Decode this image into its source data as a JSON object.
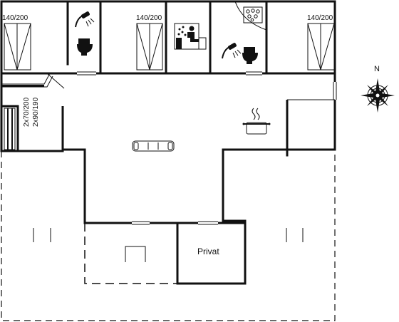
{
  "labels": {
    "bed_1": "140/200",
    "bed_2": "140/200",
    "bed_3": "140/200",
    "bunk_1": "2x70/200",
    "bunk_2": "2x90/190",
    "private_room": "Privat",
    "compass_north": "N"
  },
  "icons": [
    "shower-icon",
    "toilet-icon",
    "sauna-icon",
    "whirlpool-icon",
    "stove-pot-icon",
    "sofa-icon",
    "compass-rose-icon"
  ]
}
